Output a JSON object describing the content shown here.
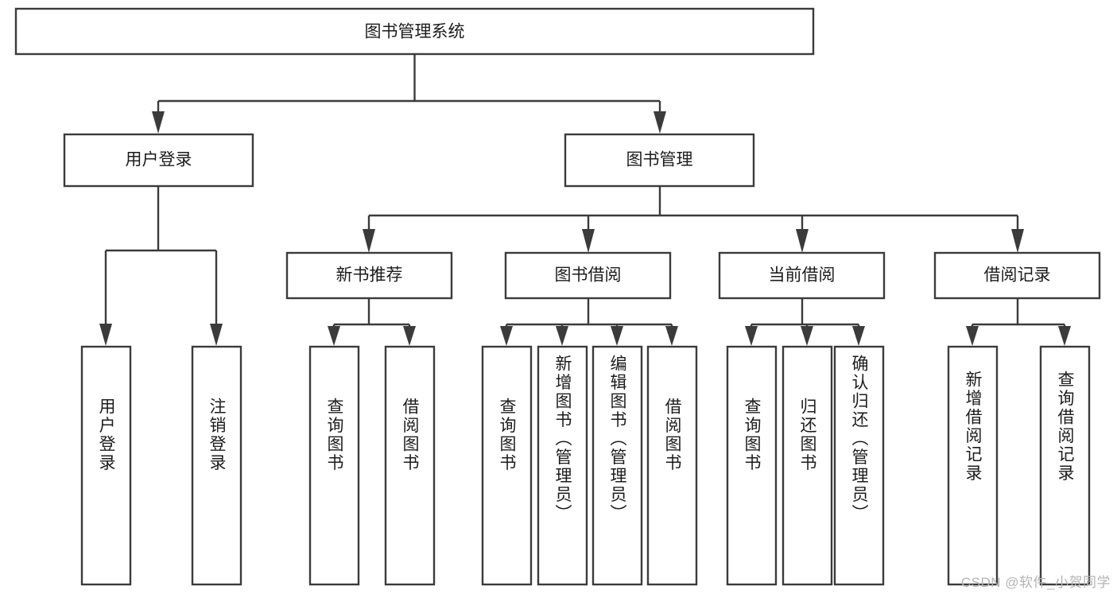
{
  "diagram": {
    "type": "tree-hierarchy",
    "title": "图书管理系统",
    "watermark": "CSDN @软件_小贺同学",
    "colors": {
      "stroke": "#3b3b3b",
      "fill": "#ffffff",
      "text": "#1c1c1c",
      "watermark": "#b4b4b4"
    },
    "levels": {
      "root": {
        "label": "图书管理系统"
      },
      "level2": [
        {
          "label": "用户登录"
        },
        {
          "label": "图书管理"
        }
      ],
      "level3": [
        {
          "label": "新书推荐"
        },
        {
          "label": "图书借阅"
        },
        {
          "label": "当前借阅"
        },
        {
          "label": "借阅记录"
        }
      ],
      "leaves": {
        "user_login": [
          {
            "label": "用户登录"
          },
          {
            "label": "注销登录"
          }
        ],
        "new_book_recommend": [
          {
            "label": "查询图书"
          },
          {
            "label": "借阅图书"
          }
        ],
        "book_borrow": [
          {
            "label": "查询图书"
          },
          {
            "label": "新增图书（管理员）"
          },
          {
            "label": "编辑图书（管理员）"
          },
          {
            "label": "借阅图书"
          }
        ],
        "current_borrow": [
          {
            "label": "查询图书"
          },
          {
            "label": "归还图书"
          },
          {
            "label": "确认归还（管理员）"
          }
        ],
        "borrow_record": [
          {
            "label": "新增借阅记录"
          },
          {
            "label": "查询借阅记录"
          }
        ]
      }
    }
  }
}
